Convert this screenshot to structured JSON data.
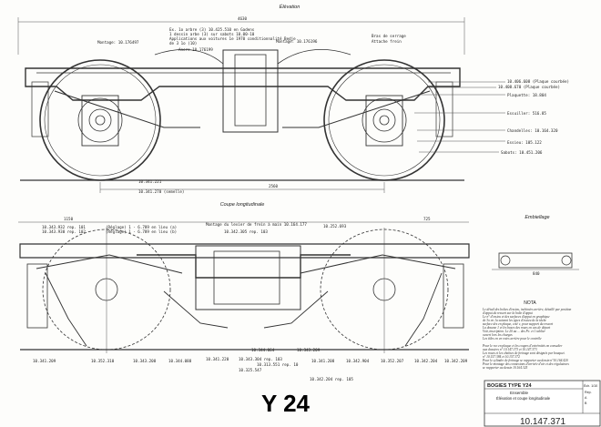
{
  "drawing": {
    "elevation_title": "Élévation",
    "section_title": "Coupe longitudinale",
    "detail_title": "Embiellage",
    "large_label": "Y 24",
    "top_dimension": "4630",
    "mid_dimension": "2560",
    "lower_dimension_left": "1150",
    "lower_dimension_right": "725",
    "detail_dimension": "840",
    "top_callouts": [
      "Montage: 10.176497",
      "Ancre 10.176199",
      "Montage: 10.176196",
      "Bras de serrage",
      "Attache frein"
    ],
    "top_annotations": [
      "Ex. 1o arbre (3) 10.425.510 en Gadens",
      "1 dessin arbe (3) sur sabots 10.00-10",
      "Applications aux voitures 1e 1970 conditionnalité Bedje",
      "de 3 1o (10)"
    ],
    "side_callouts": [
      "10.406.608 (Plaque courbée)",
      "10.408.670 (Plaque courbée)",
      "Plaquette: 18.804",
      "Essuiller: 516.85",
      "Chandelles: 10.164.320",
      "Essieu: 105.122",
      "Sabots: 10.451.206"
    ],
    "bottom_left_callouts": [
      "10.341.221",
      "10.341.270 (semelle)"
    ],
    "section_left_callouts": [
      "10.343.932 rep. 101",
      "10.343.930 rep. 102",
      "(Réglage) 1 - 6.789 en lieu (a)",
      "(Réglage) 1 - 6.789 en lieu (b)"
    ],
    "section_top_callouts": [
      "Montage du levier de frein à main 10.164.177",
      "10.252.693",
      "10.342.305 rep. 103"
    ],
    "section_bottom_callouts": [
      "10.341.209",
      "10.352.310",
      "10.343.208",
      "10.344.088",
      "10.341.220",
      "10.344.064",
      "10.343.209",
      "10.341.208",
      "10.342.904",
      "10.352.207",
      "10.342.204",
      "10.342.209"
    ],
    "section_lower_callouts": [
      "10.325.547",
      "10.343.304 rep. 103",
      "10.313.551 rep. 10",
      "10.342.204 rep. 105"
    ],
    "nota_title": "NOTA",
    "nota_lines": [
      "Le détail des boîtes d'essieu, inchinées arrière, détaillé par position",
      "d'appui du ressort sur la boîte d'appui",
      "Le n° d'essieu et des surfaces d'appui en graphique",
      "de 3o en 1a suivant les types d'essieu de la tâche",
      "surface des en plaque, coté c, pour support du ressort",
      "La douane 1 et les bases des roues en cas de départ",
      "Voir, inscription. Le 20 au ... des Pe. et 1 tablier",
      "ouvert lors les charges",
      "Les tôles en en voies arrière pour le contrôle",
      "",
      "Pour le rco en plaque et les coupes d'extrémités on consulter",
      "aux dossiers n° 10.147.373 et 10.147.373",
      "Les roues et les chaînes de freinage sont désignés par bouquet.",
      "n° 10.157.384 et 10.157.372",
      "Pour le cylindre de freinage se rapporter au dessin n°10.164.420",
      "Pour le montage des connexions d'arrivée d'air et des régulateurs",
      "se rapporter au dessin 10.164.325"
    ],
    "title_block": {
      "title": "BOGIES TYPE Y24",
      "subtitle": "Ensemble",
      "line3": "Élévation et coupe longitudinale",
      "number": "10.147.371",
      "revisions": [
        "Rep.",
        "A",
        "B"
      ],
      "scale": "Éch. 1/10"
    }
  }
}
